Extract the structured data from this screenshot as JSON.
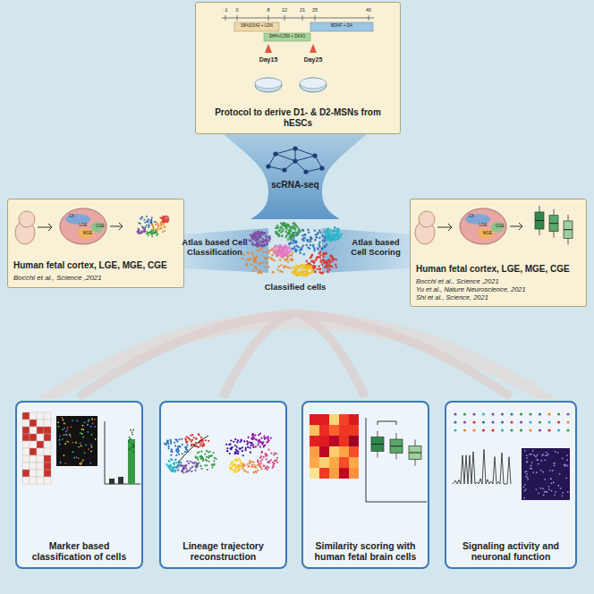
{
  "diagram": {
    "nodes": [
      {
        "text": [
          "Protocol to derive D1- & D2-MSNs from hESCs"
        ]
      },
      {
        "text": [
          "Human fetal cortex, LGE, MGE, CGE",
          "Bocchi et al., Science ,2021"
        ]
      },
      {
        "text": [
          "Human fetal cortex, LGE, MGE, CGE",
          "Bocchi et al., Science ,2021",
          "Yu et al., Nature Neuroscience, 2021",
          "Shi et al., Science, 2021"
        ]
      },
      {
        "text": [
          "Marker based classification of cells"
        ]
      },
      {
        "text": [
          "Lineage trajectory reconstruction"
        ]
      },
      {
        "text": [
          "Similarity scoring with human fetal brain cells"
        ]
      },
      {
        "text": [
          "Signaling activity and neuronal function"
        ]
      }
    ],
    "labels": [
      "-1",
      "0",
      "8",
      "12",
      "21",
      "25",
      "40",
      "SB431542 + LDN",
      "SHH+C25II + DKK1",
      "BDNF + DA",
      "Day15",
      "Day25",
      "scRNA-seq",
      "Atlas based Cell Classification",
      "Atlas based Cell Scoring",
      "Classified cells",
      "CX",
      "LGE",
      "MGE",
      "CGE",
      "CX",
      "LGE",
      "MGE",
      "CGE"
    ]
  }
}
